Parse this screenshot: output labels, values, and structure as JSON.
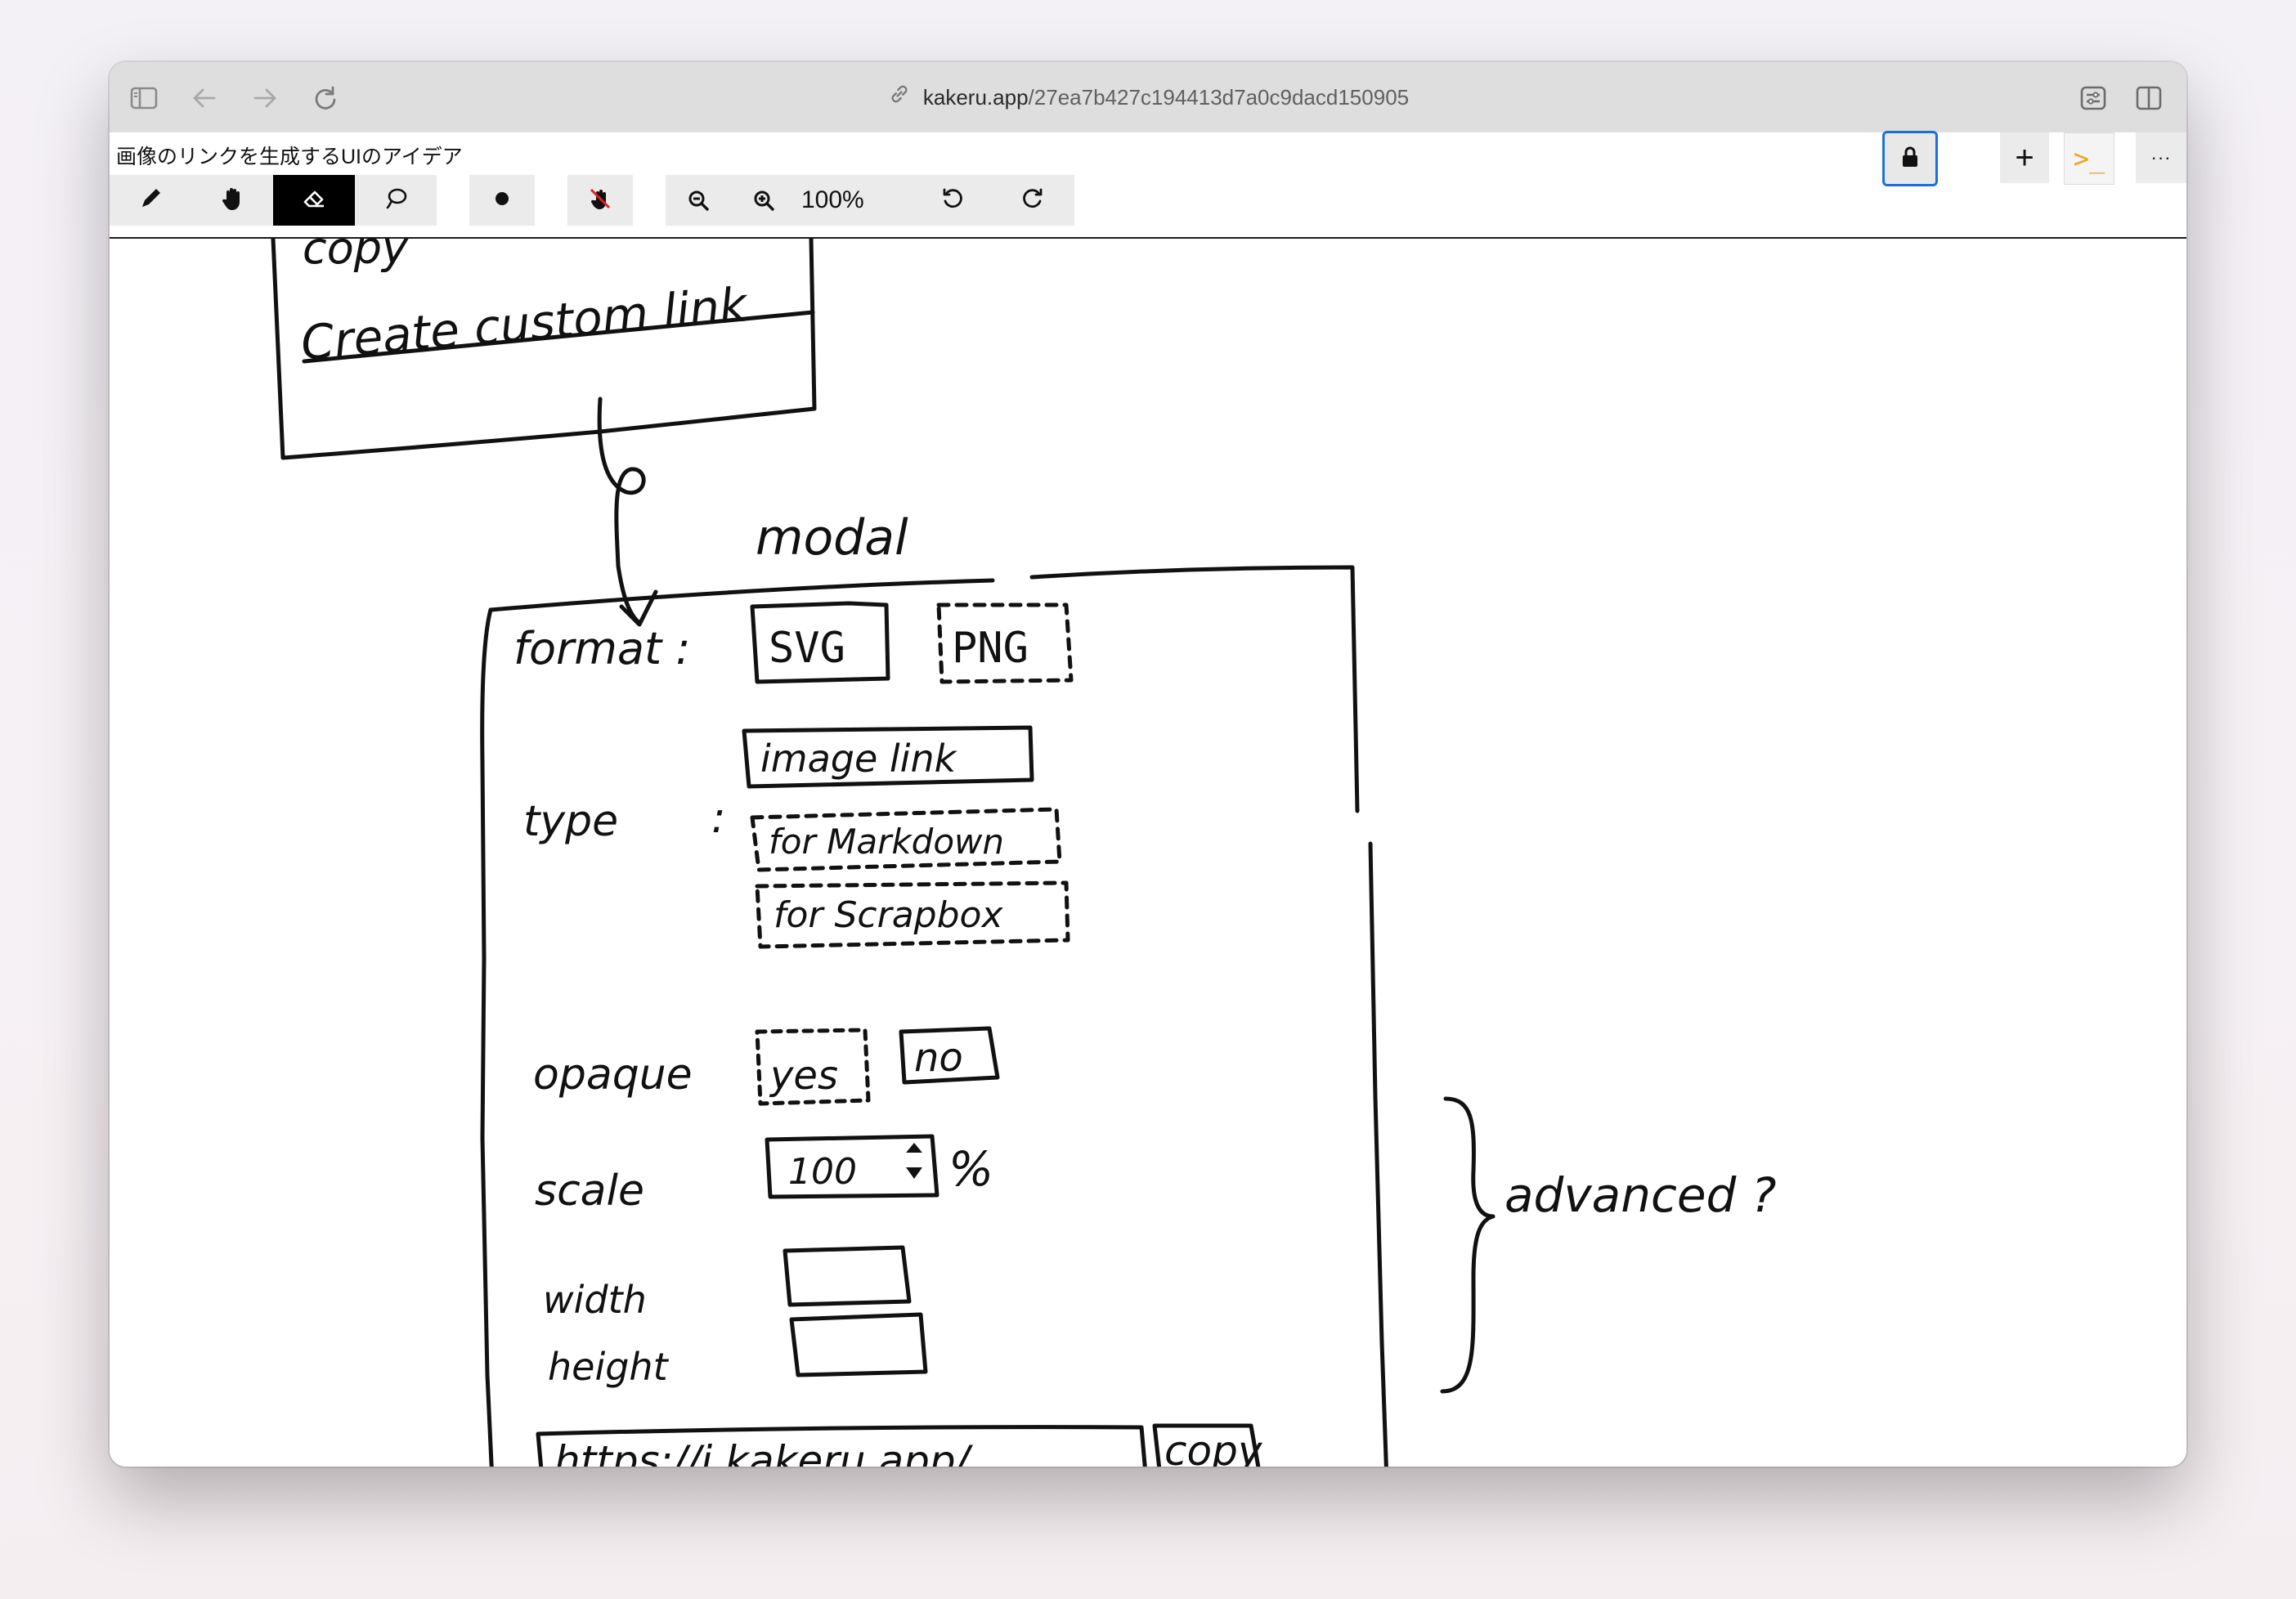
{
  "browser": {
    "url_host": "kakeru.app",
    "url_path": "/27ea7b427c194413d7a0c9dacd150905",
    "icons": [
      "sidebar-toggle-icon",
      "back-arrow-icon",
      "forward-arrow-icon",
      "reload-icon",
      "link-icon",
      "tab-settings-icon",
      "split-view-icon"
    ]
  },
  "document": {
    "title": "画像のリンクを生成するUIのアイデア"
  },
  "toolbar": {
    "zoom": "100%",
    "tools": [
      "pen-icon",
      "hand-icon",
      "eraser-icon",
      "lasso-icon",
      "dot-icon",
      "no-touch-icon",
      "zoom-out-icon",
      "zoom-in-icon",
      "undo-icon",
      "redo-icon"
    ],
    "right_buttons": {
      "lock": "lock-icon",
      "add": "+",
      "terminal": ">_",
      "more": "···"
    }
  },
  "sketch": {
    "menu_cut": "copy",
    "menu_item": "Create custom link",
    "modal_label": "modal",
    "format_label": "format :",
    "format_svg": "SVG",
    "format_png": "PNG",
    "type_label": "type",
    "type_colon": ":",
    "type_image": "image link",
    "type_markdown": "for Markdown",
    "type_scrapbox": "for Scrapbox",
    "opaque_label": "opaque",
    "opaque_yes": "yes",
    "opaque_no": "no",
    "scale_label": "scale",
    "scale_value": "100",
    "scale_unit": "%",
    "width_label": "width",
    "height_label": "height",
    "url_value": "https://i.kakeru.app/....",
    "copy_button": "copy",
    "advanced_label": "advanced ?"
  },
  "colors": {
    "ink": "#111111",
    "toolbar_bg": "#ebebeb",
    "active_tool": "#000000",
    "lock_border": "#1d6fe0",
    "terminal_color": "#f0a020"
  }
}
